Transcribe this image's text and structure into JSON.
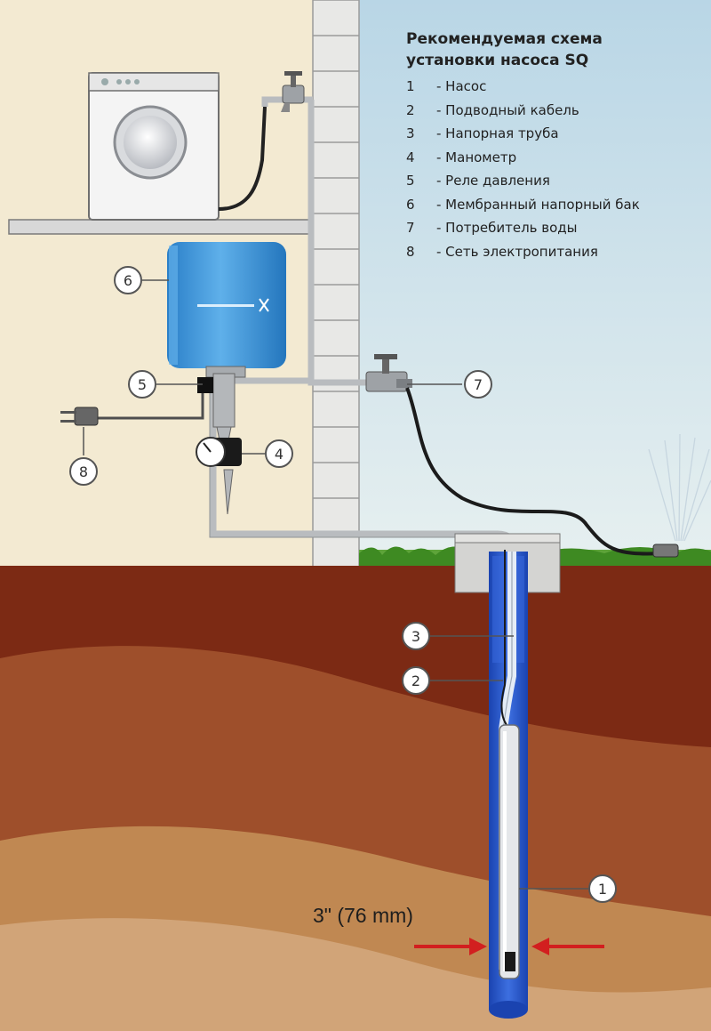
{
  "legend": {
    "title_line1": "Рекомендуемая схема",
    "title_line2": "установки насоса SQ",
    "items": [
      {
        "num": "1",
        "label": "-  Насос"
      },
      {
        "num": "2",
        "label": "-  Подводный кабель"
      },
      {
        "num": "3",
        "label": "-  Напорная труба"
      },
      {
        "num": "4",
        "label": "-  Манометр"
      },
      {
        "num": "5",
        "label": "-  Реле давления"
      },
      {
        "num": "6",
        "label": "-  Мембранный напорный бак"
      },
      {
        "num": "7",
        "label": "-  Потребитель воды"
      },
      {
        "num": "8",
        "label": "-  Сеть электропитания"
      }
    ]
  },
  "callouts": {
    "c1": "1",
    "c2": "2",
    "c3": "3",
    "c4": "4",
    "c5": "5",
    "c6": "6",
    "c7": "7",
    "c8": "8"
  },
  "dimension_label": "3\" (76 mm)",
  "colors": {
    "wall": "#f3ead2",
    "sky": "#cfe3ef",
    "brick": "#e6e6e4",
    "soil_top": "#7f2b14",
    "soil_mid": "#9c4f2a",
    "soil_low": "#b67b4b",
    "soil_bottom": "#cfa070",
    "tank": "#3b93d6",
    "well": "#1e4fc2",
    "arrow": "#d21f1f",
    "grass": "#4a9a2a"
  }
}
